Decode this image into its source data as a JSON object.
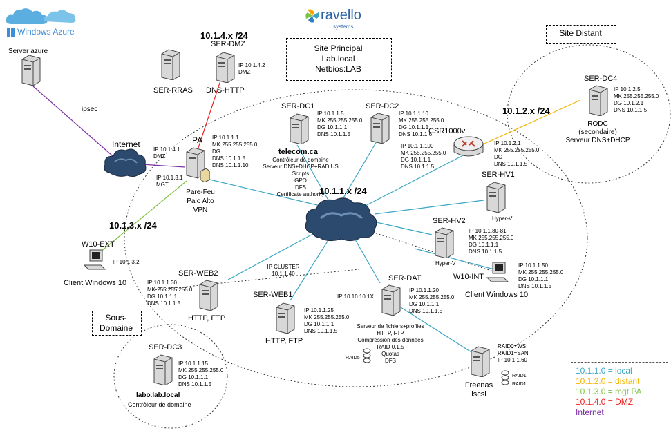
{
  "brand": {
    "azure_label": "Windows Azure",
    "ravello_name": "ravello",
    "ravello_sub": "systems"
  },
  "colors": {
    "subnet_local": "#3aa6c3",
    "subnet_distant": "#f5b400",
    "subnet_mgt": "#7dc242",
    "subnet_dmz": "#ee2222",
    "internet": "#7b2fa0"
  },
  "boxes": {
    "site_principal": [
      "Site Principal",
      "Lab.local",
      "Netbios:LAB"
    ],
    "site_distant": "Site Distant",
    "sous_domaine": [
      "Sous-",
      "Domaine"
    ]
  },
  "subnets": {
    "dmz": "10.1.4.x /24",
    "distant": "10.1.2.x /24",
    "mgt": "10.1.3.x /24",
    "local": "10.1.1.x /24"
  },
  "links": {
    "ipsec": "ipsec"
  },
  "nodes": {
    "server_azure": {
      "name": "Server azure"
    },
    "ser_rras": {
      "name": "SER-RRAS"
    },
    "ser_dmz": {
      "name": "SER-DMZ",
      "ip": "IP 10.1.4.2\nDMZ",
      "role": "DNS-HTTP"
    },
    "internet": {
      "name": "Internet"
    },
    "pa": {
      "name": "PA",
      "ip_dmz": "IP 10.1.4.1\nDMZ",
      "ip_mgt": "IP 10.1.3.1\nMGT",
      "ip_lan": "IP 10.1.1.1\nMK 255.255.255.0\nDG\nDNS 10.1.1.5\nDNS 10.1.1.10",
      "role": "Pare-Feu\nPalo Alto\nVPN"
    },
    "ser_dc1": {
      "name": "SER-DC1",
      "ip": "IP 10.1.1.5\nMK 255.255.255.0\nDG 10.1.1.1\nDNS 10.1.1.5",
      "domain": "telecom.ca",
      "role": "Contrôleur de domaine\nServeur DNS+DHCP+RADIUS\nScripts\nGPO\nDFS\nCertificate authority"
    },
    "ser_dc2": {
      "name": "SER-DC2",
      "ip": "IP 10.1.1.10\nMK 255.255.255.0\nDG 10.1.1.1\nDNS 10.1.1.6"
    },
    "csr": {
      "name": "CSR1000v",
      "ip_lan": "IP 10.1.1.100\nMK 255.255.255.0\nDG 10.1.1.1\nDNS 10.1.1.5",
      "ip_wan": "IP 10.1.2.1\nMK 255.255.255.0\nDG\nDNS 10.1.1.5"
    },
    "ser_dc4": {
      "name": "SER-DC4",
      "ip": "IP 10.1.2.5\nMK 255.255.255.0\nDG 10.1.2.1\nDNS 10.1.1.5",
      "role": "RODC\n(secondaire)\nServeur DNS+DHCP"
    },
    "ser_hv1": {
      "name": "SER-HV1",
      "role": "Hyper-V"
    },
    "ser_hv2": {
      "name": "SER-HV2",
      "ip": "IP 10.1.1.80-81\nMK 255.255.255.0\nDG 10.1.1.1\nDNS 10.1.1.5",
      "role": "Hyper-V"
    },
    "w10_int": {
      "name": "W10-INT",
      "ip": "IP 10.1.1.50\nMK 255.255.255.0\nDG 10.1.1.1\nDNS 10.1.1.5",
      "role": "Client Windows 10"
    },
    "w10_ext": {
      "name": "W10-EXT",
      "ip": "IP 10.1.3.2",
      "role": "Client Windows 10"
    },
    "ser_web2": {
      "name": "SER-WEB2",
      "ip": "IP 10.1.1.30\nMK 255.255.255.0\nDG 10.1.1.1\nDNS 10.1.1.5",
      "role": "HTTP, FTP"
    },
    "cluster": {
      "ip": "IP CLUSTER\n10.1.1.40"
    },
    "ser_web1": {
      "name": "SER-WEB1",
      "ip": "IP 10.1.1.25\nMK 255.255.255.0\nDG 10.1.1.1\nDNS 10.1.1.5",
      "role": "HTTP, FTP"
    },
    "ser_dat": {
      "name": "SER-DAT",
      "ip_x": "IP 10.10.10.1X",
      "ip": "IP 10.1.1.20\nMK 255.255.255.0\nDG 10.1.1.1\nDNS 10.1.1.5",
      "role": "Serveur de fichiers+profiles\nHTTP, FTP\nCompression des données\nRAID 0,1,5\nQuotas\nDFS",
      "raid": "RAID5"
    },
    "freenas": {
      "name": "Freenas\niscsi",
      "ip": "RAID0=WS\nRAID1=SAN\nIP 10.1.1.60",
      "raid_a": "RAID1",
      "raid_b": "RAID1"
    },
    "ser_dc3": {
      "name": "SER-DC3",
      "ip": "IP 10.1.1.15\nMK 255.255.255.0\nDG 10.1.1.1\nDNS 10.1.1.5",
      "domain": "labo.lab.local",
      "role": "Contrôleur de domaine"
    }
  },
  "legend": [
    {
      "text": "10.1.1.0 = local",
      "color": "#3aa6c3"
    },
    {
      "text": "10.1.2.0 = distant",
      "color": "#f5b400"
    },
    {
      "text": "10.1.3.0 = mgt PA",
      "color": "#7dc242"
    },
    {
      "text": "10.1.4.0 = DMZ",
      "color": "#ee2222"
    },
    {
      "text": "Internet",
      "color": "#7b2fa0"
    }
  ]
}
